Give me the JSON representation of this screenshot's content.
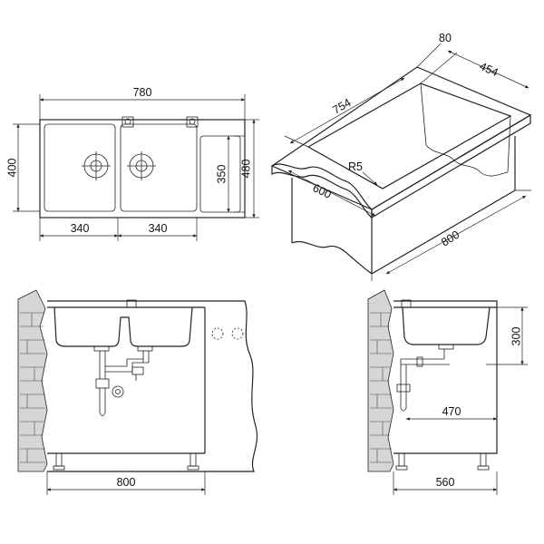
{
  "top_view": {
    "overall_width": "780",
    "overall_depth": "480",
    "bowl_depth_left": "400",
    "bowl_depth_right": "350",
    "bowl_width_left": "340",
    "bowl_width_right": "340"
  },
  "cutout_view": {
    "depth_edge": "80",
    "cutout_depth": "454",
    "cutout_length": "754",
    "corner_radius": "R5",
    "cutout_width": "600",
    "cabinet_length": "800"
  },
  "front_view": {
    "cabinet_width": "800"
  },
  "side_view": {
    "bowl_height": "300",
    "drain_offset": "470",
    "cabinet_depth": "560"
  }
}
